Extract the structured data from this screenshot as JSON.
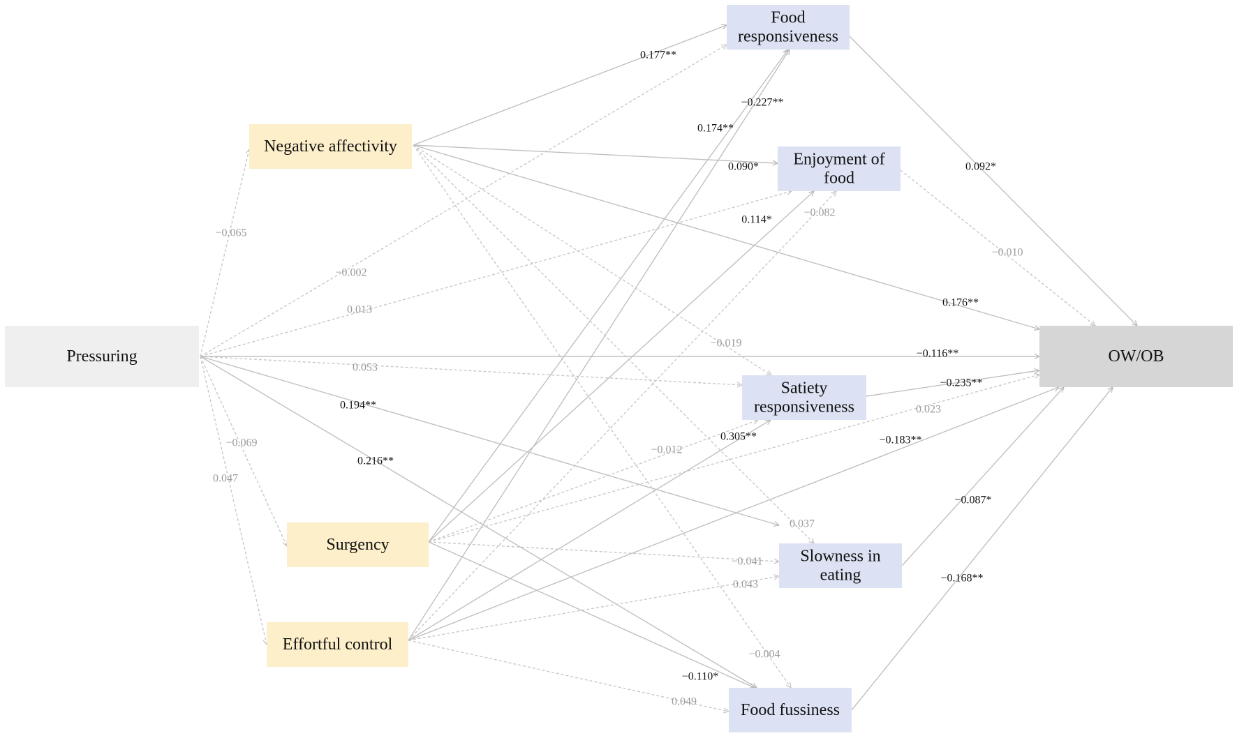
{
  "colors": {
    "pressuring": "#efefef",
    "outcome": "#d6d6d6",
    "temperament": "#fcefc9",
    "behavior": "#dce2f3",
    "edge_solid": "#c0c0c0",
    "edge_dashed": "#c8c8c8",
    "label_sig": "#111111",
    "label_ns": "#9a9a9a"
  },
  "nodes": [
    {
      "id": "pressuring",
      "lines": [
        "Pressuring"
      ],
      "kind": "pressuring"
    },
    {
      "id": "ow-ob",
      "lines": [
        "OW/OB"
      ],
      "kind": "outcome"
    },
    {
      "id": "negative-affectivity",
      "lines": [
        "Negative affectivity"
      ],
      "kind": "temperament"
    },
    {
      "id": "surgency",
      "lines": [
        "Surgency"
      ],
      "kind": "temperament"
    },
    {
      "id": "effortful-control",
      "lines": [
        "Effortful control"
      ],
      "kind": "temperament"
    },
    {
      "id": "food-responsiveness",
      "lines": [
        "Food",
        "responsiveness"
      ],
      "kind": "behavior"
    },
    {
      "id": "enjoyment-of-food",
      "lines": [
        "Enjoyment of",
        "food"
      ],
      "kind": "behavior"
    },
    {
      "id": "satiety-responsiveness",
      "lines": [
        "Satiety",
        "responsiveness"
      ],
      "kind": "behavior"
    },
    {
      "id": "slowness-in-eating",
      "lines": [
        "Slowness in",
        "eating"
      ],
      "kind": "behavior"
    },
    {
      "id": "food-fussiness",
      "lines": [
        "Food fussiness"
      ],
      "kind": "behavior"
    }
  ],
  "edges": [
    {
      "from": "negative-affectivity",
      "to": "food-responsiveness",
      "label": "0.177**",
      "sig": true
    },
    {
      "from": "pressuring",
      "to": "food-responsiveness",
      "label": "−0.002",
      "sig": false
    },
    {
      "from": "surgency",
      "to": "food-responsiveness",
      "label": "0.174**",
      "sig": true
    },
    {
      "from": "effortful-control",
      "to": "food-responsiveness",
      "label": "−0.227**",
      "sig": true
    },
    {
      "from": "food-responsiveness",
      "to": "ow-ob",
      "label": "0.092*",
      "sig": true
    },
    {
      "from": "negative-affectivity",
      "to": "enjoyment-of-food",
      "label": "0.090*",
      "sig": true
    },
    {
      "from": "pressuring",
      "to": "enjoyment-of-food",
      "label": "0.013",
      "sig": false
    },
    {
      "from": "surgency",
      "to": "enjoyment-of-food",
      "label": "0.114*",
      "sig": true
    },
    {
      "from": "effortful-control",
      "to": "enjoyment-of-food",
      "label": "−0.082",
      "sig": false
    },
    {
      "from": "enjoyment-of-food",
      "to": "ow-ob",
      "label": "−0.010",
      "sig": false
    },
    {
      "from": "pressuring",
      "to": "negative-affectivity",
      "label": "−0.065",
      "sig": false
    },
    {
      "from": "negative-affectivity",
      "to": "ow-ob",
      "label": "0.176**",
      "sig": true
    },
    {
      "from": "pressuring",
      "to": "ow-ob",
      "label": "−0.116**",
      "sig": true
    },
    {
      "from": "negative-affectivity",
      "to": "satiety-responsiveness",
      "label": "−0.019",
      "sig": false
    },
    {
      "from": "pressuring",
      "to": "satiety-responsiveness",
      "label": "0.053",
      "sig": false
    },
    {
      "from": "satiety-responsiveness",
      "to": "ow-ob",
      "label": "−0.235**",
      "sig": true
    },
    {
      "from": "surgency",
      "to": "ow-ob",
      "label": "0.023",
      "sig": false
    },
    {
      "from": "pressuring",
      "to": "slowness-in-eating",
      "label": "0.194**",
      "sig": true
    },
    {
      "from": "pressuring",
      "to": "food-fussiness",
      "label": "0.216**",
      "sig": true
    },
    {
      "from": "pressuring",
      "to": "surgency",
      "label": "−0.069",
      "sig": false
    },
    {
      "from": "pressuring",
      "to": "effortful-control",
      "label": "0.047",
      "sig": false
    },
    {
      "from": "surgency",
      "to": "satiety-responsiveness",
      "label": "−0.012",
      "sig": false
    },
    {
      "from": "effortful-control",
      "to": "satiety-responsiveness",
      "label": "0.305**",
      "sig": true
    },
    {
      "from": "effortful-control",
      "to": "ow-ob",
      "label": "−0.183**",
      "sig": true
    },
    {
      "from": "negative-affectivity",
      "to": "slowness-in-eating",
      "label": "0.037",
      "sig": false
    },
    {
      "from": "slowness-in-eating",
      "to": "ow-ob",
      "label": "−0.087*",
      "sig": true
    },
    {
      "from": "surgency",
      "to": "slowness-in-eating",
      "label": "−0.041",
      "sig": false
    },
    {
      "from": "effortful-control",
      "to": "slowness-in-eating",
      "label": "0.043",
      "sig": false
    },
    {
      "from": "food-fussiness",
      "to": "ow-ob",
      "label": "−0.168**",
      "sig": true
    },
    {
      "from": "negative-affectivity",
      "to": "food-fussiness",
      "label": "−0.004",
      "sig": false
    },
    {
      "from": "surgency",
      "to": "food-fussiness",
      "label": "−0.110*",
      "sig": true
    },
    {
      "from": "effortful-control",
      "to": "food-fussiness",
      "label": "0.049",
      "sig": false
    }
  ]
}
